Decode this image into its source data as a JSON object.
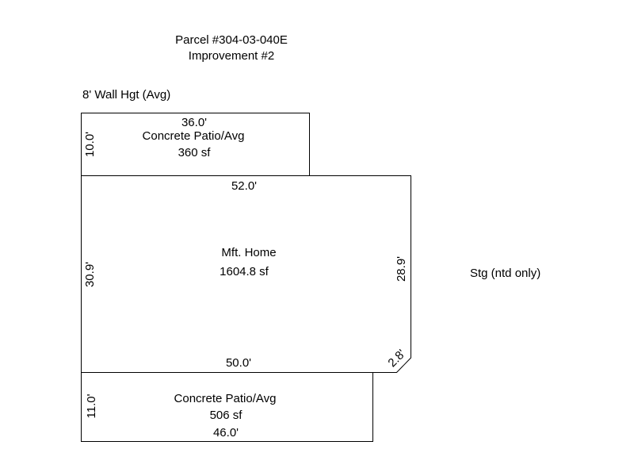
{
  "header": {
    "parcel": "Parcel #304-03-040E",
    "improvement": "Improvement #2"
  },
  "wall_height_note": "8' Wall Hgt (Avg)",
  "side_note": "Stg (ntd only)",
  "areas": {
    "top_patio": {
      "name": "Concrete Patio/Avg",
      "area": "360 sf",
      "width_label": "36.0'",
      "depth_label": "10.0'"
    },
    "home": {
      "name": "Mft. Home",
      "area": "1604.8 sf",
      "top_label": "52.0'",
      "bottom_label": "50.0'",
      "left_label": "30.9'",
      "right_label": "28.9'",
      "corner_label": "2.8'"
    },
    "bottom_patio": {
      "name": "Concrete Patio/Avg",
      "area": "506 sf",
      "width_label": "46.0'",
      "depth_label": "11.0'"
    }
  },
  "colors": {
    "line": "#000000",
    "text": "#000000",
    "background": "#ffffff"
  }
}
